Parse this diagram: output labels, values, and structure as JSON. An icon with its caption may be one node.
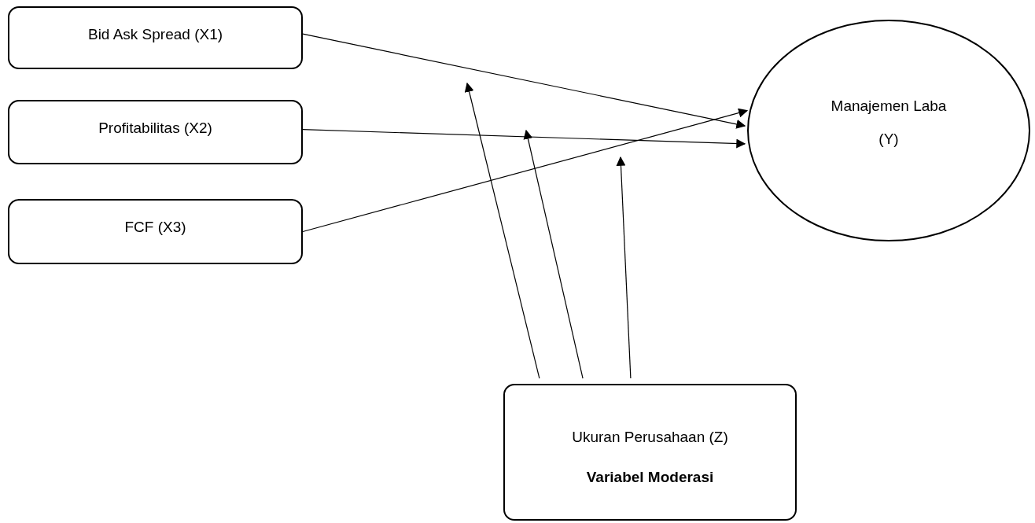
{
  "diagram": {
    "nodes": [
      {
        "text": [
          "Bid Ask Spread (X1)"
        ]
      },
      {
        "text": [
          "Profitabilitas (X2)"
        ]
      },
      {
        "text": [
          "FCF (X3)"
        ]
      },
      {
        "text": [
          "Manajemen Laba (Y)"
        ]
      },
      {
        "text": [
          "Ukuran Perusahaan (Z)",
          "Variabel Moderasi"
        ]
      }
    ],
    "edges": [
      {
        "from": 0,
        "to": 3,
        "arrow": "to"
      },
      {
        "from": 1,
        "to": 3,
        "arrow": "to"
      },
      {
        "from": 2,
        "to": 3,
        "arrow": "to"
      },
      {
        "from": 4,
        "to": null,
        "arrow": "to"
      },
      {
        "from": 4,
        "to": null,
        "arrow": "to"
      },
      {
        "from": 4,
        "to": null,
        "arrow": "to"
      }
    ]
  }
}
